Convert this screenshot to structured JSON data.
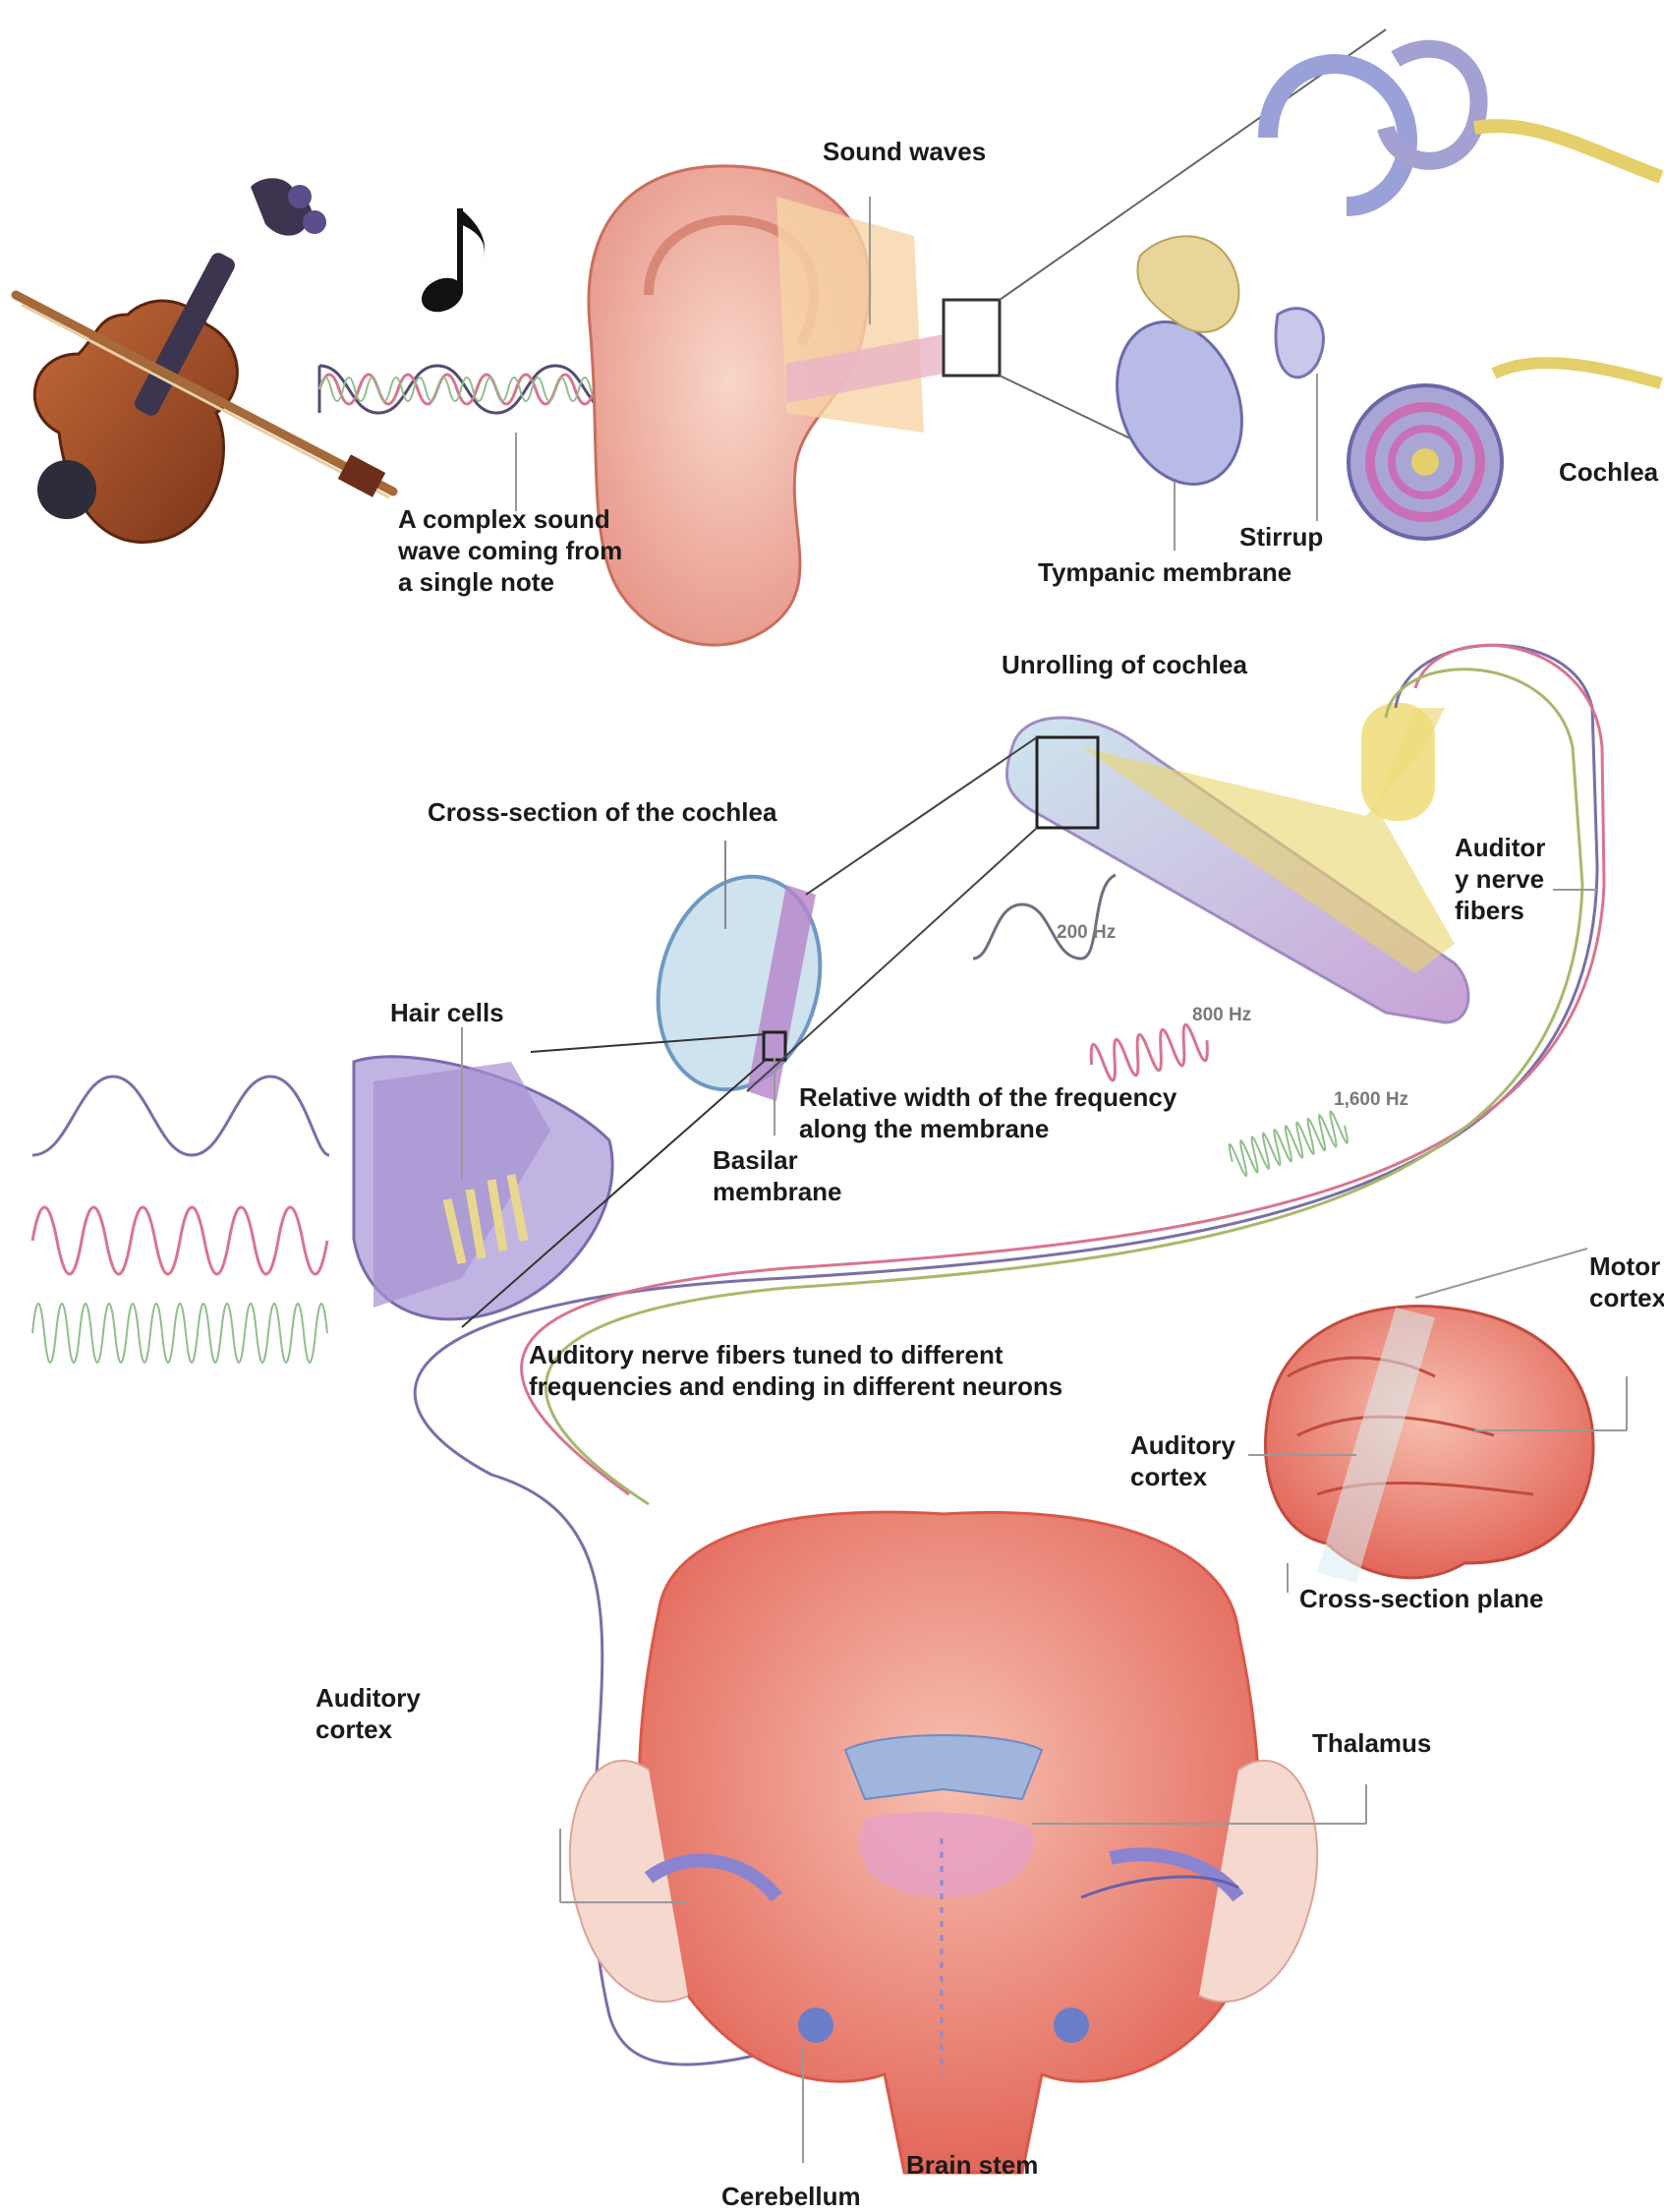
{
  "labels": {
    "sound_waves": "Sound waves",
    "complex_wave": [
      "A complex sound",
      "wave coming from",
      "a single note"
    ],
    "cochlea": "Cochlea",
    "stirrup": "Stirrup",
    "tympanic_membrane": "Tympanic membrane",
    "unrolling": "Unrolling of cochlea",
    "cross_section_cochlea": "Cross-section of the cochlea",
    "auditory_nerve_fibers": [
      "Auditor",
      "y nerve",
      "fibers"
    ],
    "hair_cells": "Hair cells",
    "relative_width": [
      "Relative width of the frequency",
      "along the membrane"
    ],
    "basilar": [
      "Basilar",
      "membrane"
    ],
    "tuned_fibers": [
      "Auditory nerve fibers tuned to different",
      "frequencies and ending in different neurons"
    ],
    "motor_cortex": [
      "Motor",
      "cortex"
    ],
    "auditory_cortex_right": [
      "Auditory",
      "cortex"
    ],
    "cross_section_plane": "Cross-section plane",
    "auditory_cortex_left": [
      "Auditory",
      "cortex"
    ],
    "thalamus": "Thalamus",
    "cerebellum": "Cerebellum",
    "brain_stem": "Brain stem"
  },
  "frequencies": [
    "200 Hz",
    "800 Hz",
    "1,600 Hz"
  ],
  "colors": {
    "wave_low": "#7a6fa8",
    "wave_mid": "#d9748f",
    "wave_high": "#8fbf8a",
    "brain": "#e8776a",
    "membrane": "#a9a6d6",
    "nerve_yellow": "#e9d56a",
    "ear": "#f2b9a6"
  },
  "icons": [
    "violin-icon",
    "music-note-icon"
  ]
}
